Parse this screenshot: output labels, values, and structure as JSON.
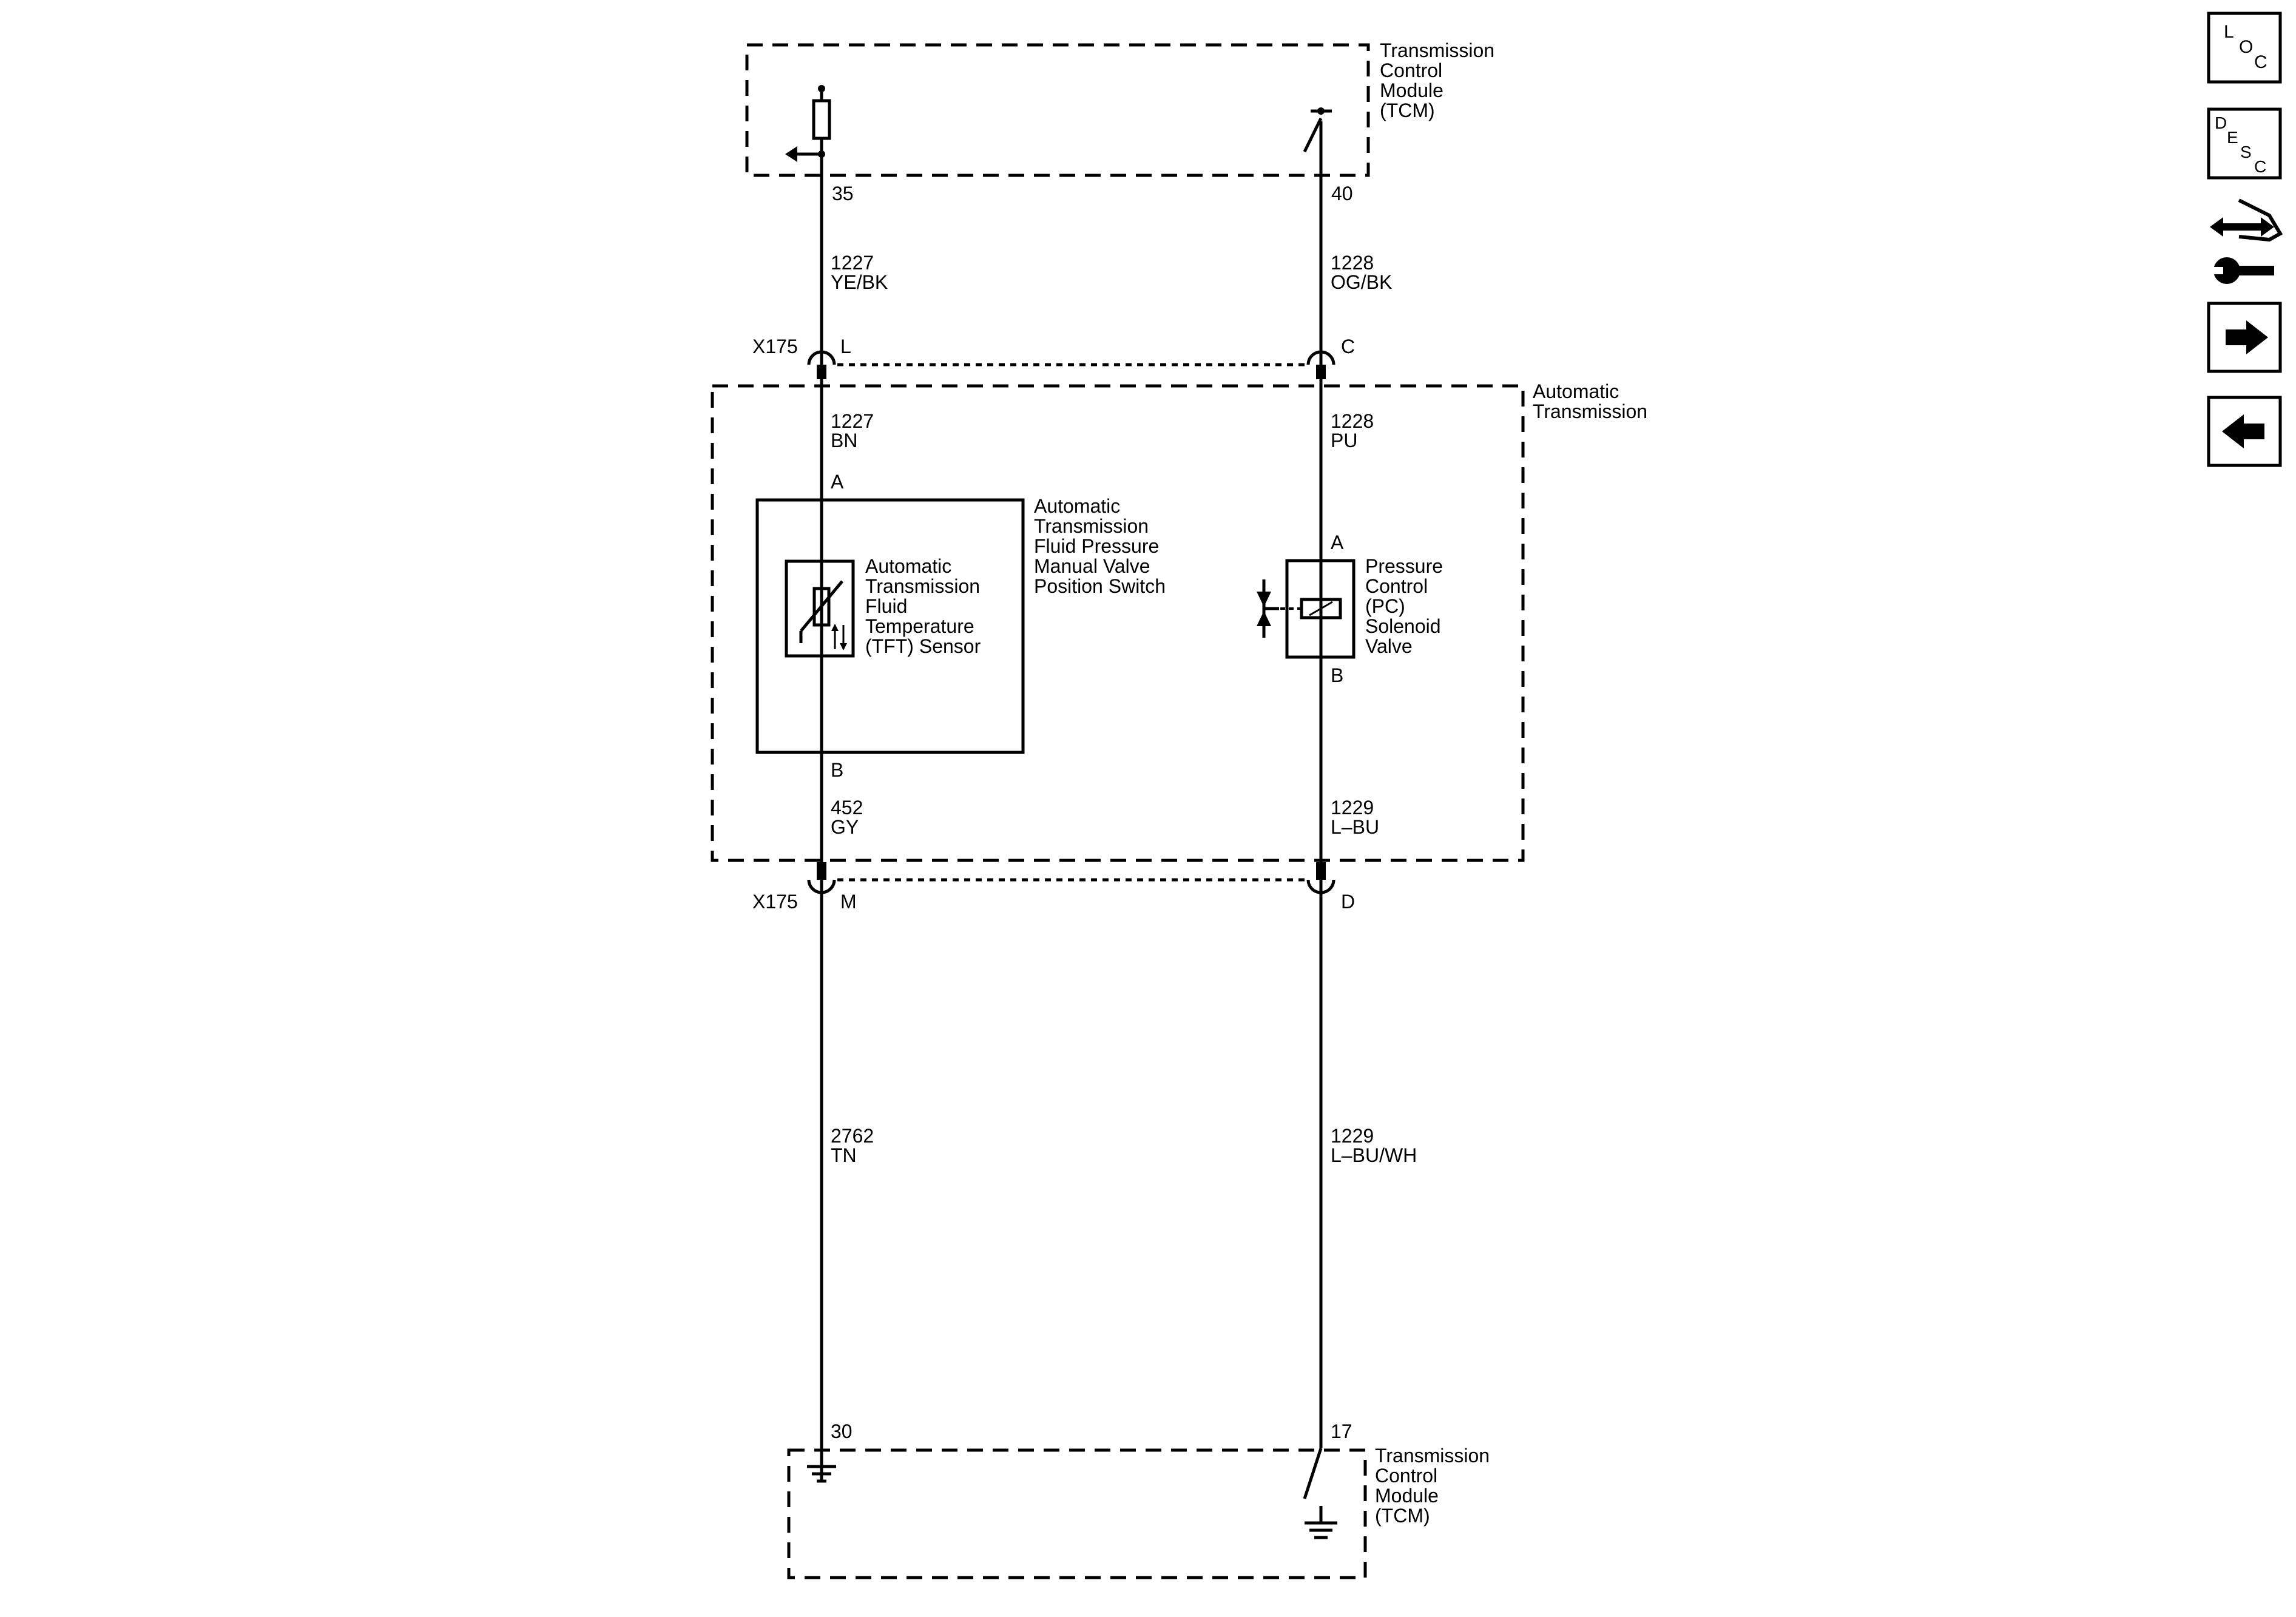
{
  "diagram": {
    "tcm_top_label": [
      "Transmission",
      "Control",
      "Module",
      "(TCM)"
    ],
    "tcm_bottom_label": [
      "Transmission",
      "Control",
      "Module",
      "(TCM)"
    ],
    "automatic_transmission_label": [
      "Automatic",
      "Transmission"
    ],
    "manual_valve_switch_label": [
      "Automatic",
      "Transmission",
      "Fluid Pressure",
      "Manual Valve",
      "Position Switch"
    ],
    "tft_sensor_label": [
      "Automatic",
      "Transmission",
      "Fluid",
      "Temperature",
      "(TFT) Sensor"
    ],
    "pc_solenoid_label": [
      "Pressure",
      "Control",
      "(PC)",
      "Solenoid",
      "Valve"
    ],
    "connector_id": "X175",
    "pins": {
      "tcm_left_top": "35",
      "tcm_right_top": "40",
      "x175_upper_left": "L",
      "x175_upper_right": "C",
      "x175_lower_left": "M",
      "x175_lower_right": "D",
      "switch_top": "A",
      "switch_bottom": "B",
      "solenoid_top": "A",
      "solenoid_bottom": "B",
      "tcm_left_bottom": "30",
      "tcm_right_bottom": "17"
    },
    "wires": {
      "left_top": {
        "circuit": "1227",
        "color": "YE/BK"
      },
      "right_top": {
        "circuit": "1228",
        "color": "OG/BK"
      },
      "left_inner": {
        "circuit": "1227",
        "color": "BN"
      },
      "right_inner": {
        "circuit": "1228",
        "color": "PU"
      },
      "left_lower": {
        "circuit": "452",
        "color": "GY"
      },
      "right_lower": {
        "circuit": "1229",
        "color": "L–BU"
      },
      "left_bottom": {
        "circuit": "2762",
        "color": "TN"
      },
      "right_bottom": {
        "circuit": "1229",
        "color": "L–BU/WH"
      }
    }
  },
  "nav_buttons": [
    {
      "name": "loc-button",
      "letters": [
        "L",
        "O",
        "C"
      ]
    },
    {
      "name": "desc-button",
      "letters": [
        "D",
        "E",
        "S",
        "C"
      ]
    },
    {
      "name": "connector-repair-button",
      "icon": "connector-wrench-icon"
    },
    {
      "name": "next-page-button",
      "icon": "right-arrow-icon"
    },
    {
      "name": "previous-page-button",
      "icon": "left-arrow-icon"
    }
  ]
}
